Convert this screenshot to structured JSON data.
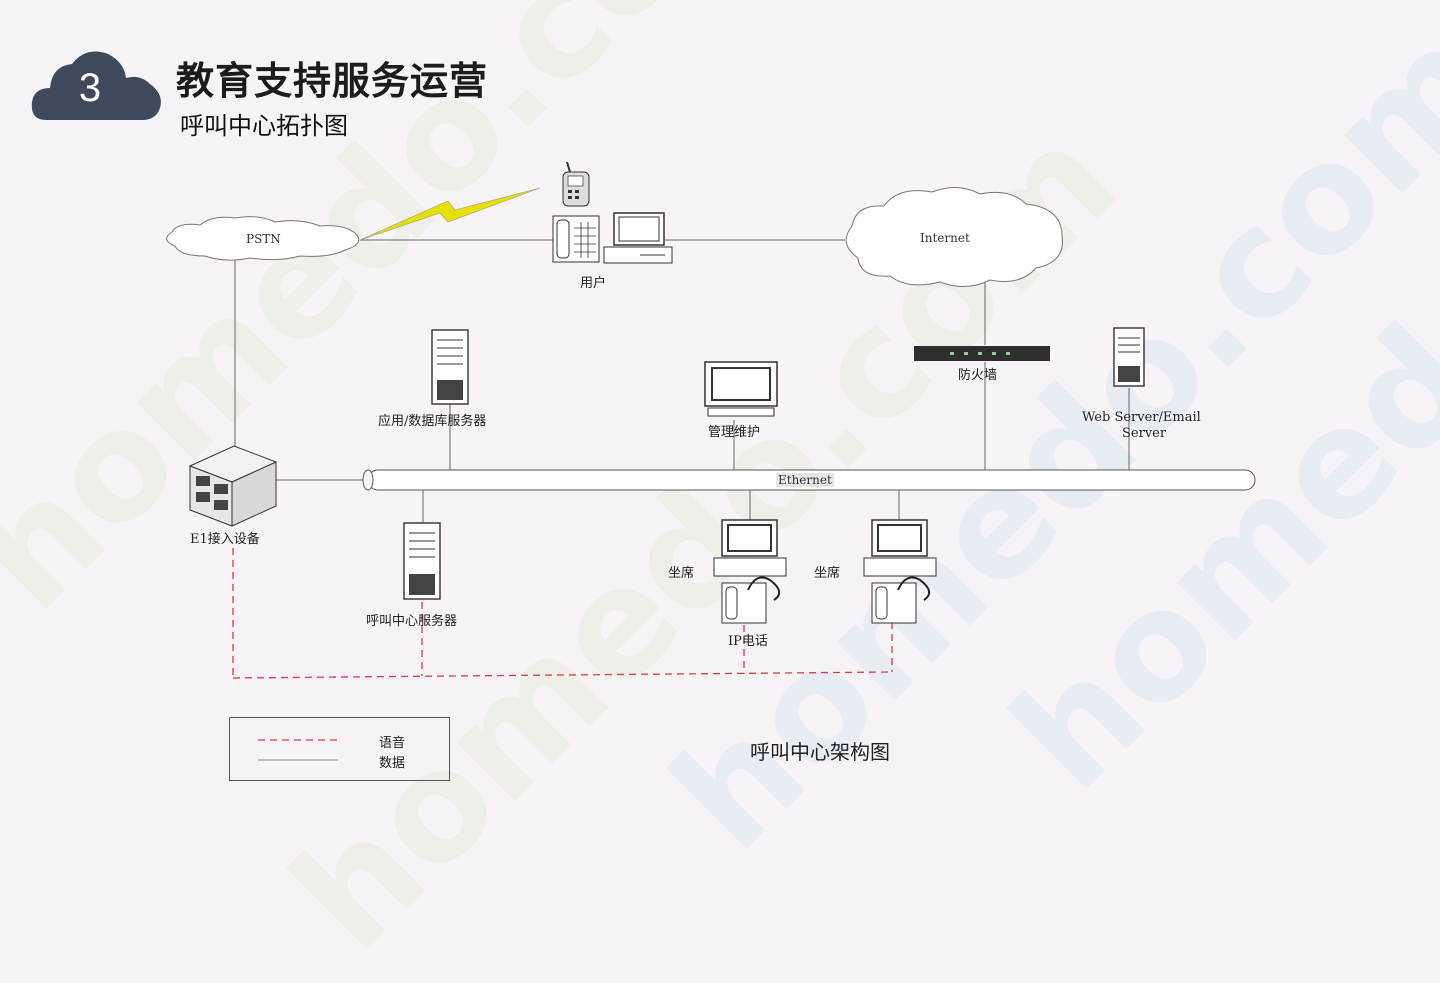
{
  "header": {
    "badge_number": "3",
    "title": "教育支持服务运营",
    "subtitle": "呼叫中心拓扑图"
  },
  "diagram": {
    "nodes": {
      "pstn": "PSTN",
      "internet": "Internet",
      "user": "用户",
      "app_db_server": "应用/数据库服务器",
      "management": "管理维护",
      "firewall": "防火墙",
      "web_email_server_line1": "Web Server/Email",
      "web_email_server_line2": "Server",
      "ethernet": "Ethernet",
      "e1_device": "E1接入设备",
      "call_center_server": "呼叫中心服务器",
      "agent_1": "坐席",
      "agent_2": "坐席",
      "ip_phone": "IP电话"
    },
    "legend": {
      "voice": "语音",
      "data": "数据"
    },
    "caption": "呼叫中心架构图"
  },
  "watermark": {
    "text": "homedo.com",
    "colors": [
      "#cfe3b4",
      "#a8d8ea",
      "#d5d5d5"
    ]
  },
  "colors": {
    "badge": "#3e4a5c",
    "voice_line": "#e03a3a",
    "data_line": "#666666",
    "lightning": "#e8e000"
  }
}
